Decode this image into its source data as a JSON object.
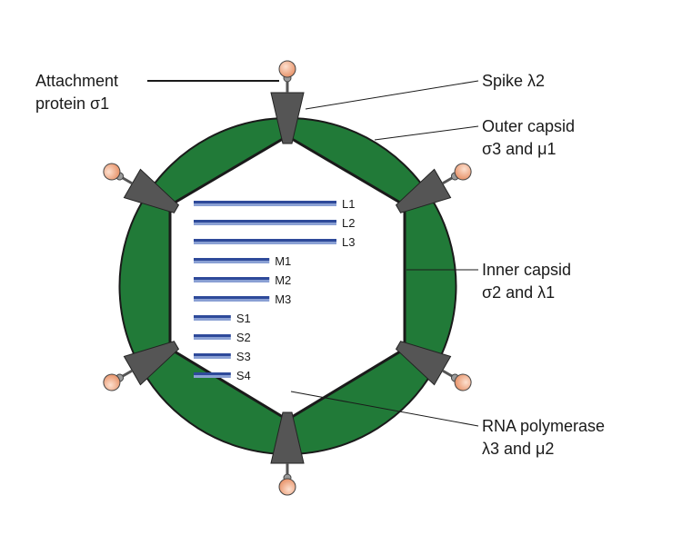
{
  "labels": {
    "attachment_line1": "Attachment",
    "attachment_line2": "protein σ1",
    "spike": "Spike λ2",
    "outer_line1": "Outer capsid",
    "outer_line2": "σ3 and μ1",
    "inner_line1": "Inner capsid",
    "inner_line2": "σ2 and λ1",
    "polymerase_line1": "RNA polymerase",
    "polymerase_line2": "λ3 and μ2"
  },
  "segments": [
    {
      "name": "L1",
      "length": 1.0
    },
    {
      "name": "L2",
      "length": 1.0
    },
    {
      "name": "L3",
      "length": 1.0
    },
    {
      "name": "M1",
      "length": 0.53
    },
    {
      "name": "M2",
      "length": 0.53
    },
    {
      "name": "M3",
      "length": 0.53
    },
    {
      "name": "S1",
      "length": 0.26
    },
    {
      "name": "S2",
      "length": 0.26
    },
    {
      "name": "S3",
      "length": 0.26
    },
    {
      "name": "S4",
      "length": 0.26
    }
  ],
  "colors": {
    "outer_capsid": "#217a38",
    "spike": "#555555",
    "attachment_ball": "#f0a883",
    "segment_dark": "#2e4a9a",
    "segment_light": "#8aa0d4"
  }
}
